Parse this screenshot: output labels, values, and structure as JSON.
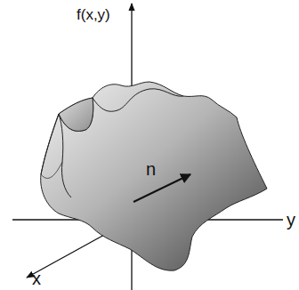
{
  "diagram": {
    "labels": [
      "f(x,y)",
      "y",
      "x",
      "n"
    ]
  }
}
